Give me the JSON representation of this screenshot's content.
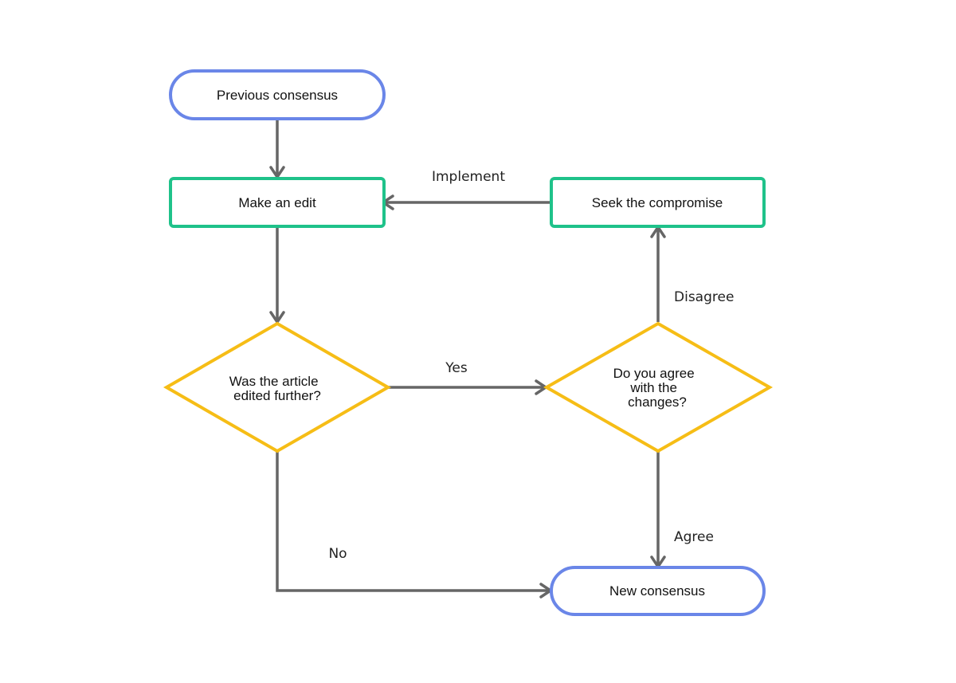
{
  "colors": {
    "terminal_border": "#6a86e8",
    "process_border": "#1fc28a",
    "decision_border": "#f6bd16",
    "edge": "#666666",
    "text": "#111111"
  },
  "nodes": {
    "previous_consensus": {
      "shape": "terminal",
      "lines": [
        "Previous consensus"
      ]
    },
    "make_edit": {
      "shape": "process",
      "lines": [
        "Make an edit"
      ]
    },
    "seek_compromise": {
      "shape": "process",
      "lines": [
        "Seek the compromise"
      ]
    },
    "edited_further": {
      "shape": "decision",
      "lines": [
        "Was the article",
        "edited further?"
      ]
    },
    "agree_changes": {
      "shape": "decision",
      "lines": [
        "Do you agree",
        "with the",
        "changes?"
      ]
    },
    "new_consensus": {
      "shape": "terminal",
      "lines": [
        "New consensus"
      ]
    }
  },
  "edges": {
    "implement": {
      "from": "seek_compromise",
      "to": "make_edit",
      "label": "Implement"
    },
    "yes": {
      "from": "edited_further",
      "to": "agree_changes",
      "label": "Yes"
    },
    "disagree": {
      "from": "agree_changes",
      "to": "seek_compromise",
      "label": "Disagree"
    },
    "agree": {
      "from": "agree_changes",
      "to": "new_consensus",
      "label": "Agree"
    },
    "no": {
      "from": "edited_further",
      "to": "new_consensus",
      "label": "No"
    },
    "start": {
      "from": "previous_consensus",
      "to": "make_edit",
      "label": ""
    },
    "to_decision": {
      "from": "make_edit",
      "to": "edited_further",
      "label": ""
    }
  }
}
